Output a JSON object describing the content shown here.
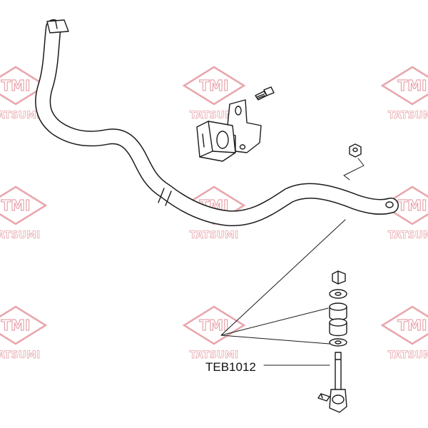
{
  "watermark": {
    "logo_text": "TMI",
    "brand_text": "TATSUMI",
    "color": "#e8a6ad"
  },
  "diagram": {
    "line_color": "#1a1a1a",
    "part_label": "TEB1012"
  }
}
